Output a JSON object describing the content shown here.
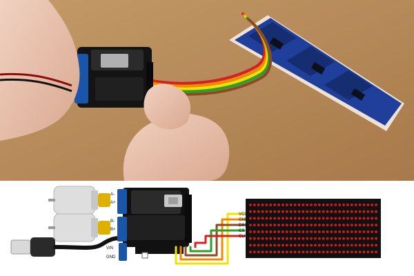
{
  "photo": {
    "description_hidden": ""
  },
  "diagram": {
    "motor_driver_labels": [
      "A-",
      "A+",
      "B-",
      "B+",
      "VIN",
      "GND"
    ],
    "matrix_pin_labels": [
      "VCC",
      "GND",
      "DIN",
      "CS",
      "CLK"
    ],
    "colors": {
      "wood": "#b48a5c",
      "board_black": "#1a1a1a",
      "board_blue": "#1a55a8",
      "matrix_red": "#d11a1a",
      "wire_red": "#d32020",
      "wire_brown": "#8b4a22",
      "wire_orange": "#f08a00",
      "wire_yellow": "#f2e000",
      "wire_green": "#2aa02a"
    },
    "icons": [
      "usb-cable-icon",
      "dc-motor-icon",
      "nodemcu-board-icon",
      "led-matrix-icon"
    ]
  }
}
